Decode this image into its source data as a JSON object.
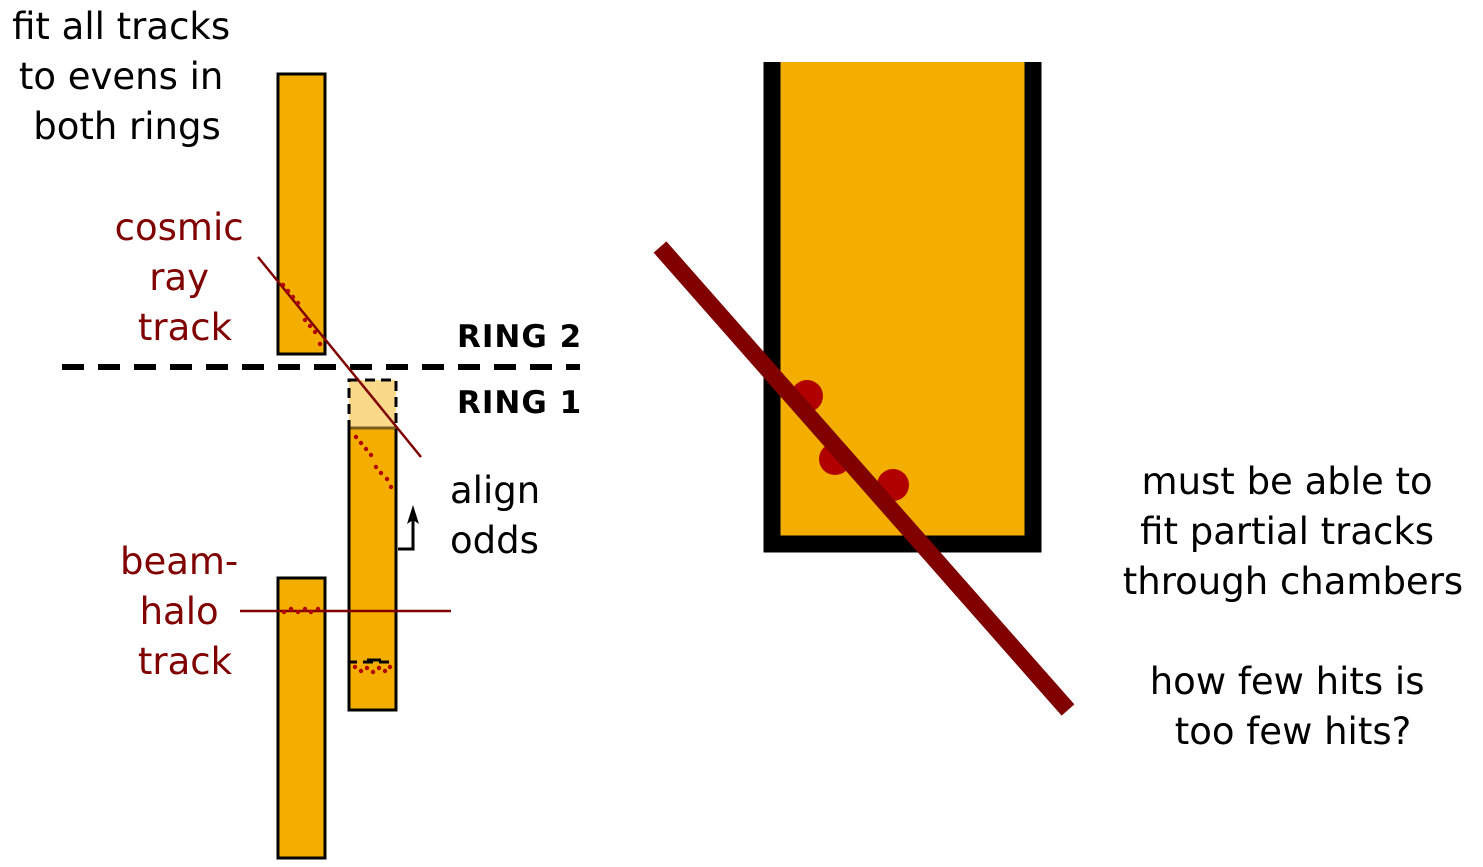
{
  "labels": {
    "fit_all_tracks": [
      "fit all tracks",
      "to evens in",
      "both rings"
    ],
    "cosmic_ray_track": [
      "cosmic",
      "ray",
      "track"
    ],
    "beam_halo_track": [
      "beam-",
      "halo",
      "track"
    ],
    "align_odds": [
      "align",
      "odds"
    ],
    "ring_2": "RING 2",
    "ring_1": "RING 1",
    "partial_tracks": [
      "must be able to",
      "fit partial tracks",
      "through chambers"
    ],
    "few_hits_question": [
      "how few hits is",
      "too few hits?"
    ]
  },
  "colors": {
    "chamber_fill": "#f4ae00",
    "chamber_overlap_fill": "#fad98a",
    "track_color": "#800000",
    "hit_color": "#b00000",
    "ink": "#000000"
  }
}
